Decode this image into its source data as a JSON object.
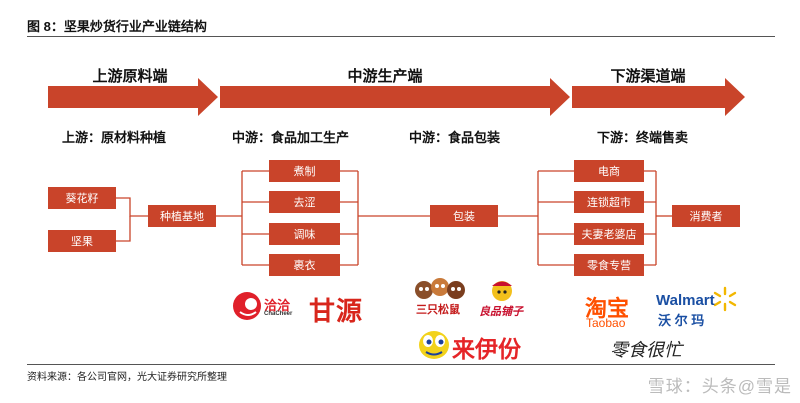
{
  "header": {
    "title": "图 8：坚果炒货行业产业链结构"
  },
  "stages": {
    "upstream": "上游原料端",
    "midstream": "中游生产端",
    "downstream": "下游渠道端"
  },
  "sub_labels": {
    "upstream": "上游：原材料种植",
    "mid_process": "中游：食品加工生产",
    "mid_package": "中游：食品包装",
    "downstream": "下游：终端售卖"
  },
  "nodes": {
    "sunflower": "葵花籽",
    "nuts": "坚果",
    "planting_base": "种植基地",
    "cooking": "煮制",
    "astringent": "去涩",
    "seasoning": "调味",
    "coating": "裹衣",
    "packaging": "包装",
    "ecommerce": "电商",
    "supermarket": "连锁超市",
    "mom_pop": "夫妻老婆店",
    "snack_store": "零食专营",
    "consumer": "消费者"
  },
  "logos": {
    "qiaqia": "洽洽",
    "qiaqia_en": "ChaCheer",
    "ganyuan": "甘源",
    "three_squirrels": "三只松鼠",
    "bestore": "良品铺子",
    "laiyifen": "来伊份",
    "taobao": "淘宝",
    "taobao_en": "Taobao",
    "walmart": "Walmart",
    "walmart_cn": "沃 尔 玛",
    "snack_busy": "零食很忙"
  },
  "footer": {
    "source": "资料来源：各公司官网，光大证券研究所整理"
  },
  "watermark": "雪球：头条@雪是",
  "colors": {
    "accent": "#c9442a"
  }
}
